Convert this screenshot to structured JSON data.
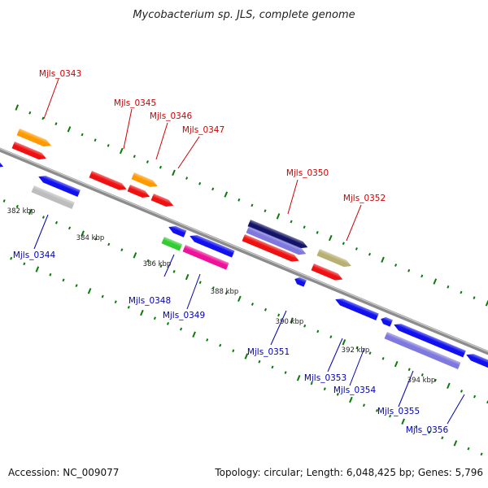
{
  "title": "Mycobacterium sp. JLS, complete genome",
  "colors": {
    "forward_label": "#cc0000",
    "reverse_label": "#0000b0",
    "tick": "#0a7a0a",
    "backbone": "#8c8c8c"
  },
  "scale_labels": [
    "382 kbp",
    "384 kbp",
    "386 kbp",
    "388 kbp",
    "390 kbp",
    "392 kbp",
    "394 kbp"
  ],
  "gene_labels": {
    "forward": [
      "Mjls_0343",
      "Mjls_0345",
      "Mjls_0346",
      "Mjls_0347",
      "Mjls_0350",
      "Mjls_0352"
    ],
    "reverse": [
      "Mjls_0344",
      "Mjls_0348",
      "Mjls_0349",
      "Mjls_0351",
      "Mjls_0353",
      "Mjls_0354",
      "Mjls_0355",
      "Mjls_0356"
    ]
  },
  "footer": {
    "accession": "Accession: NC_009077",
    "summary": "Topology: circular; Length: 6,048,425 bp; Genes: 5,796"
  }
}
